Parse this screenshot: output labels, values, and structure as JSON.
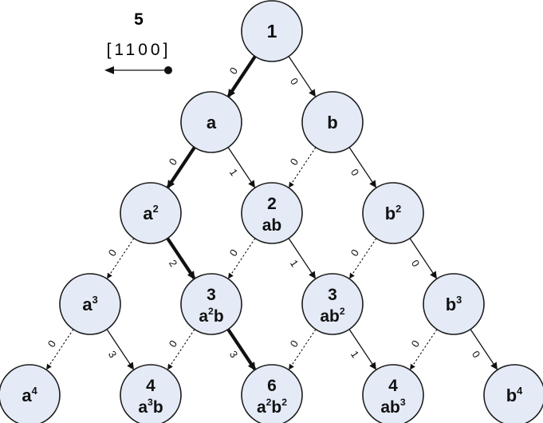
{
  "legend": {
    "count": "5",
    "code": "[1100]"
  },
  "nodes": [
    {
      "id": "r0c0",
      "count": "1",
      "term": ""
    },
    {
      "id": "r1c0",
      "count": "",
      "term": "a"
    },
    {
      "id": "r1c1",
      "count": "",
      "term": "b"
    },
    {
      "id": "r2c0",
      "count": "",
      "term": "a2"
    },
    {
      "id": "r2c1",
      "count": "2",
      "term": "ab"
    },
    {
      "id": "r2c2",
      "count": "",
      "term": "b2"
    },
    {
      "id": "r3c0",
      "count": "",
      "term": "a3"
    },
    {
      "id": "r3c1",
      "count": "3",
      "term": "a2b"
    },
    {
      "id": "r3c2",
      "count": "3",
      "term": "ab2"
    },
    {
      "id": "r3c3",
      "count": "",
      "term": "b3"
    },
    {
      "id": "r4c0",
      "count": "",
      "term": "a4"
    },
    {
      "id": "r4c1",
      "count": "4",
      "term": "a3b"
    },
    {
      "id": "r4c2",
      "count": "6",
      "term": "a2b2"
    },
    {
      "id": "r4c3",
      "count": "4",
      "term": "ab3"
    },
    {
      "id": "r4c4",
      "count": "",
      "term": "b4"
    }
  ],
  "edges": [
    {
      "from": "r0c0",
      "to": "r1c0",
      "label": "0",
      "style": "bold"
    },
    {
      "from": "r0c0",
      "to": "r1c1",
      "label": "0",
      "style": "solid"
    },
    {
      "from": "r1c0",
      "to": "r2c0",
      "label": "0",
      "style": "bold"
    },
    {
      "from": "r1c0",
      "to": "r2c1",
      "label": "1",
      "style": "solid"
    },
    {
      "from": "r1c1",
      "to": "r2c1",
      "label": "0",
      "style": "dotted"
    },
    {
      "from": "r1c1",
      "to": "r2c2",
      "label": "0",
      "style": "solid"
    },
    {
      "from": "r2c0",
      "to": "r3c0",
      "label": "0",
      "style": "dotted"
    },
    {
      "from": "r2c0",
      "to": "r3c1",
      "label": "2",
      "style": "bold"
    },
    {
      "from": "r2c1",
      "to": "r3c1",
      "label": "0",
      "style": "dotted"
    },
    {
      "from": "r2c1",
      "to": "r3c2",
      "label": "1",
      "style": "solid"
    },
    {
      "from": "r2c2",
      "to": "r3c2",
      "label": "0",
      "style": "dotted"
    },
    {
      "from": "r2c2",
      "to": "r3c3",
      "label": "0",
      "style": "solid"
    },
    {
      "from": "r3c0",
      "to": "r4c0",
      "label": "0",
      "style": "dotted"
    },
    {
      "from": "r3c0",
      "to": "r4c1",
      "label": "3",
      "style": "solid"
    },
    {
      "from": "r3c1",
      "to": "r4c1",
      "label": "0",
      "style": "dotted"
    },
    {
      "from": "r3c1",
      "to": "r4c2",
      "label": "3",
      "style": "bold"
    },
    {
      "from": "r3c2",
      "to": "r4c2",
      "label": "0",
      "style": "dotted"
    },
    {
      "from": "r3c2",
      "to": "r4c3",
      "label": "1",
      "style": "solid"
    },
    {
      "from": "r3c3",
      "to": "r4c3",
      "label": "0",
      "style": "dotted"
    },
    {
      "from": "r3c3",
      "to": "r4c4",
      "label": "0",
      "style": "solid"
    }
  ]
}
